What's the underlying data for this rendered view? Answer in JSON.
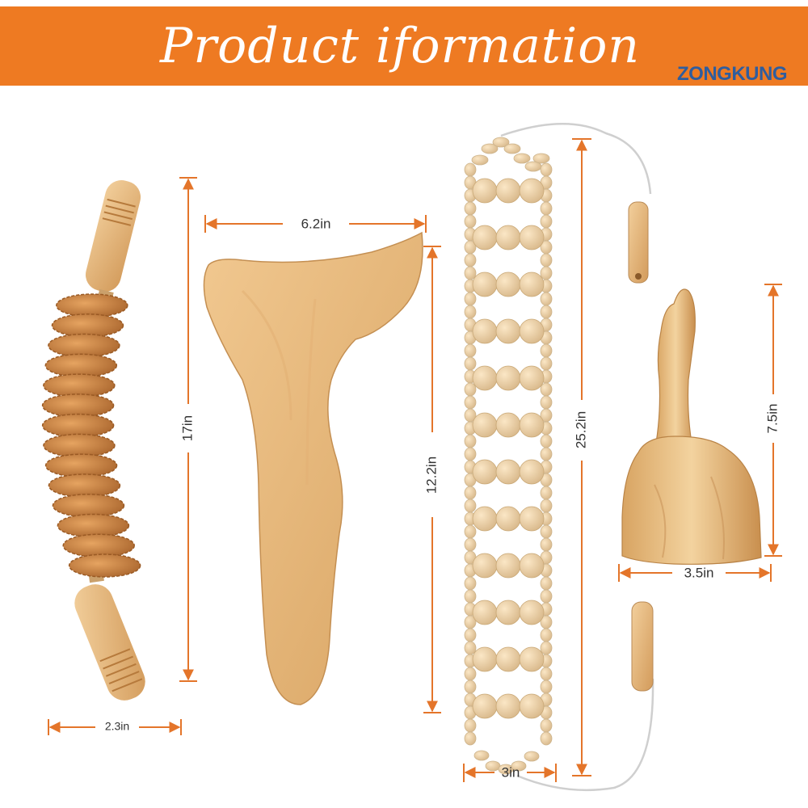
{
  "header": {
    "title": "Product iformation",
    "brand": "ZONGKUNG"
  },
  "colors": {
    "banner": "#ee7a22",
    "dimension_line": "#e4752a",
    "brand": "#2f5d9e",
    "wood_light": "#e7c08a",
    "wood_dark": "#b87436"
  },
  "products": {
    "roller": {
      "height_label": "17in",
      "width_label": "2.3in"
    },
    "paddle": {
      "height_label": "12.2in",
      "width_label": "6.2in"
    },
    "bead_belt": {
      "length_label": "25.2in",
      "width_label": "3in"
    },
    "cup": {
      "height_label": "7.5in",
      "width_label": "3.5in"
    }
  }
}
